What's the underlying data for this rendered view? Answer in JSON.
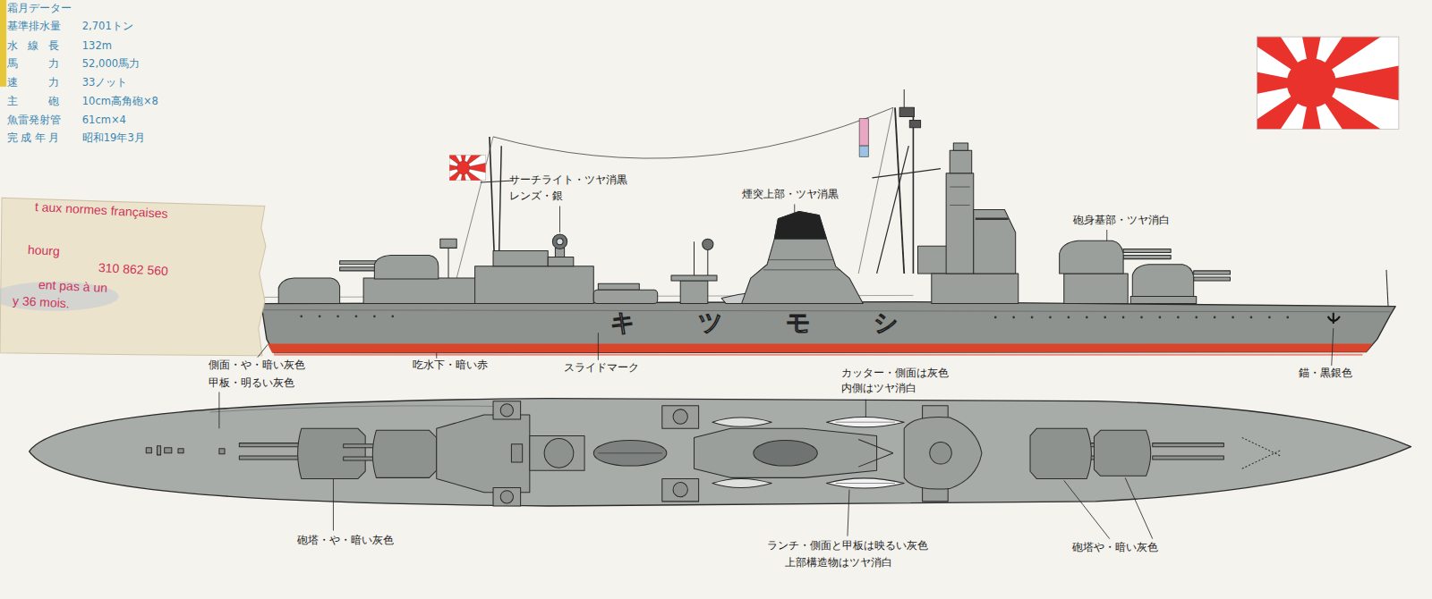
{
  "diagram": {
    "labels": [
      "霜月データー",
      "基準排水量",
      "2,701トン",
      "水 線 長",
      "132m",
      "馬 力",
      "52,000馬力",
      "速 力",
      "33ノット",
      "主 砲",
      "10cm高角砲×8",
      "魚雷発射管",
      "61cm×4",
      "完成年月",
      "昭和19年3月",
      "t aux normes françaises",
      "hourg",
      "310 862 560",
      "ent pas à un",
      "y 36 mois.",
      "サーチライト・ツヤ消黒 レンズ・銀",
      "煙突上部・ツヤ消黒",
      "砲身基部・ツヤ消白",
      "キツモシ",
      "側面・や・暗い灰色",
      "吃水下・暗い赤",
      "スライドマーク",
      "錨・黒銀色",
      "甲板・明るい灰色",
      "カッター・側面は灰色 内側はツヤ消白",
      "砲塔・や・暗い灰色",
      "ランチ・側面と甲板は映るい灰色 上部構造物はツヤ消白",
      "砲塔や・暗い灰色"
    ]
  }
}
